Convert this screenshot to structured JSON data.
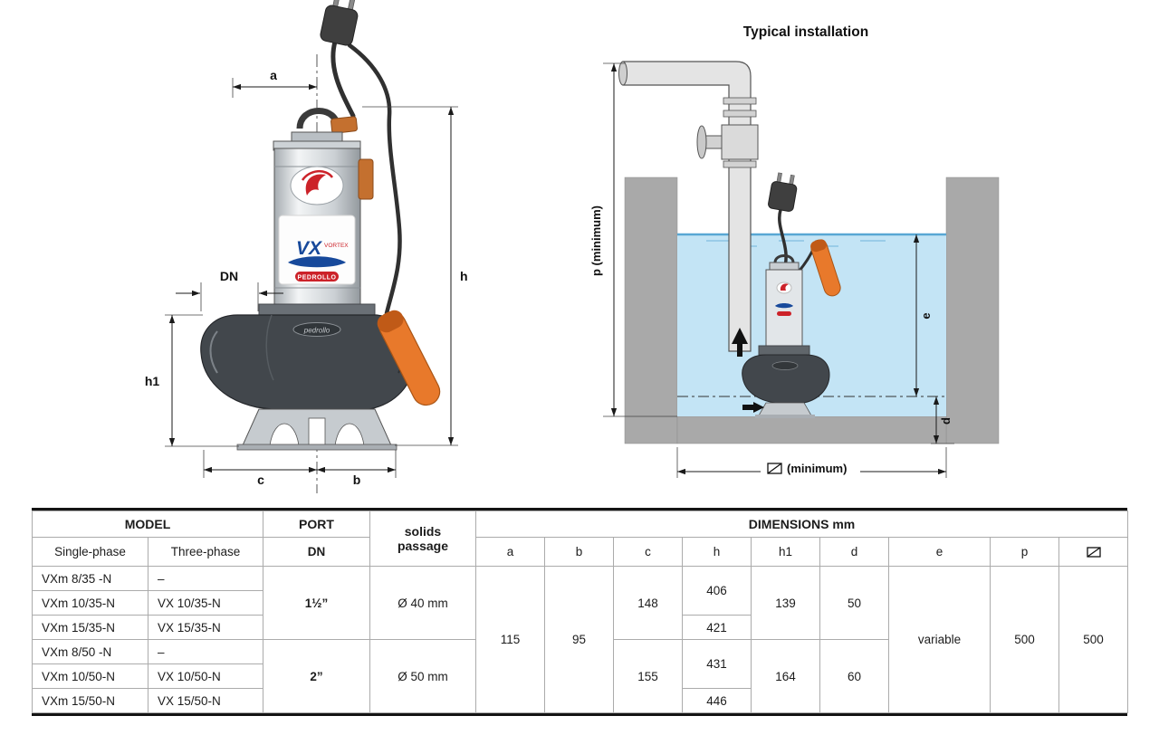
{
  "pump_drawing": {
    "dim_labels": {
      "a": "a",
      "h": "h",
      "dn": "DN",
      "h1": "h1",
      "c": "c",
      "b": "b"
    },
    "branding": {
      "vx": "VX",
      "vortex": "VORTEX",
      "pedrollo_badge": "PEDROLLO",
      "volute_badge": "pedrollo"
    }
  },
  "installation": {
    "title": "Typical installation",
    "dim_labels": {
      "p": "p  (minimum)",
      "e": "e",
      "d": "d",
      "square": "(minimum)"
    }
  },
  "icons": {
    "square_diagonal": "square-with-diagonal-icon"
  },
  "table": {
    "headers": {
      "model": "MODEL",
      "single": "Single-phase",
      "three": "Three-phase",
      "port": "PORT",
      "dn": "DN",
      "solids_1": "solids",
      "solids_2": "passage",
      "dimensions": "DIMENSIONS mm",
      "a": "a",
      "b": "b",
      "c": "c",
      "h": "h",
      "h1": "h1",
      "d": "d",
      "e": "e",
      "p": "p"
    },
    "rows": [
      {
        "single": "VXm 8/35  -N",
        "three": "–"
      },
      {
        "single": "VXm 10/35-N",
        "three": "VX 10/35-N"
      },
      {
        "single": "VXm 15/35-N",
        "three": "VX 15/35-N"
      },
      {
        "single": "VXm 8/50  -N",
        "three": "–"
      },
      {
        "single": "VXm 10/50-N",
        "three": "VX 10/50-N"
      },
      {
        "single": "VXm 15/50-N",
        "three": "VX 15/50-N"
      }
    ],
    "groups": {
      "port35": "1½”",
      "port50": "2”",
      "solids35": "Ø 40 mm",
      "solids50": "Ø 50 mm",
      "a": "115",
      "b": "95",
      "c35": "148",
      "c50": "155",
      "h_406": "406",
      "h_421": "421",
      "h_431": "431",
      "h_446": "446",
      "h1_35": "139",
      "h1_50": "164",
      "d35": "50",
      "d50": "60",
      "e": "variable",
      "p": "500",
      "sq": "500"
    }
  }
}
